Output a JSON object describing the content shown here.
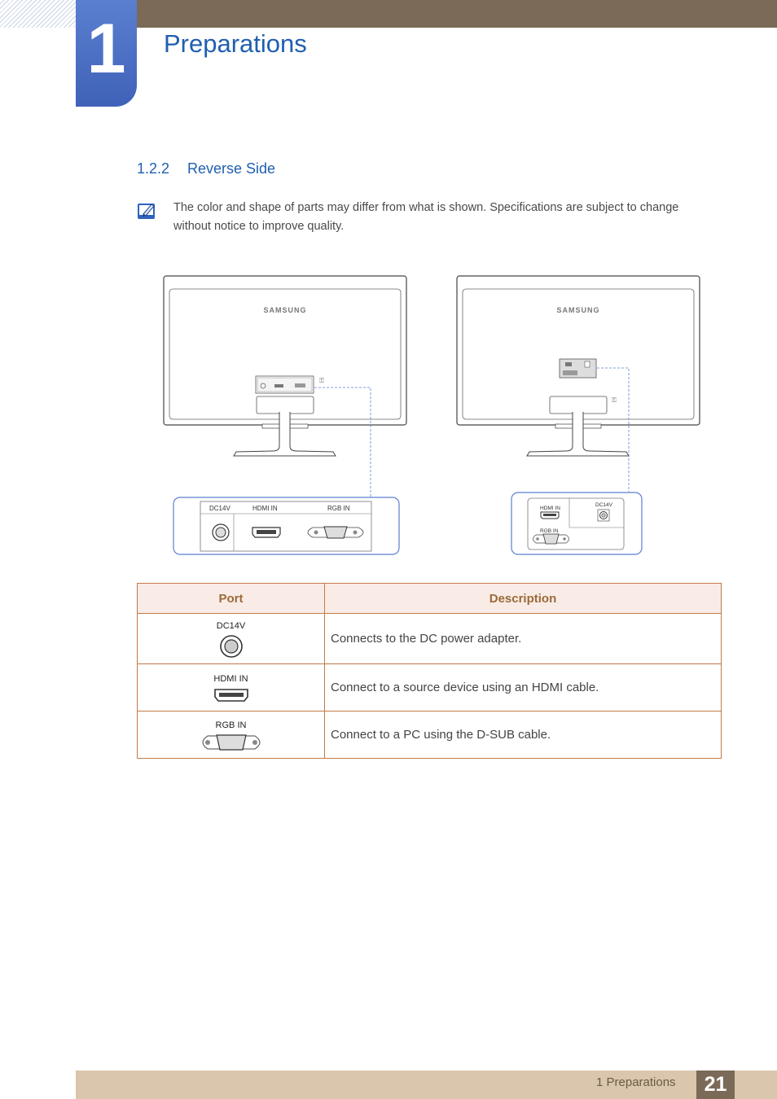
{
  "header": {
    "chapter_number": "1",
    "chapter_title": "Preparations"
  },
  "section": {
    "number": "1.2.2",
    "title": "Reverse Side"
  },
  "note": {
    "icon": "note-pencil-icon",
    "text": "The color and shape of parts may differ from what is shown. Specifications are subject to change without notice to improve quality."
  },
  "illustration": {
    "brand_left": "SAMSUNG",
    "brand_right": "SAMSUNG",
    "left_panel_labels": [
      "DC14V",
      "HDMI IN",
      "RGB IN"
    ],
    "right_panel_labels": [
      "HDMI IN",
      "DC14V",
      "RGB IN"
    ]
  },
  "table": {
    "headers": [
      "Port",
      "Description"
    ],
    "rows": [
      {
        "port": "DC14V",
        "icon": "dc-power-port-icon",
        "description": "Connects to the DC power adapter."
      },
      {
        "port": "HDMI IN",
        "icon": "hdmi-port-icon",
        "description": "Connect to a source device using an HDMI cable."
      },
      {
        "port": "RGB IN",
        "icon": "vga-port-icon",
        "description": "Connect to a PC using the D-SUB cable."
      }
    ]
  },
  "footer": {
    "chapter_label": "1 Preparations",
    "page_number": "21"
  },
  "colors": {
    "accent_blue": "#1f5fb0",
    "header_brown": "#7a6a57",
    "footer_tan": "#d9c6ac",
    "table_border": "#c27a48",
    "table_header_bg": "#f9ece6",
    "callout_blue": "#5b7fd0"
  }
}
